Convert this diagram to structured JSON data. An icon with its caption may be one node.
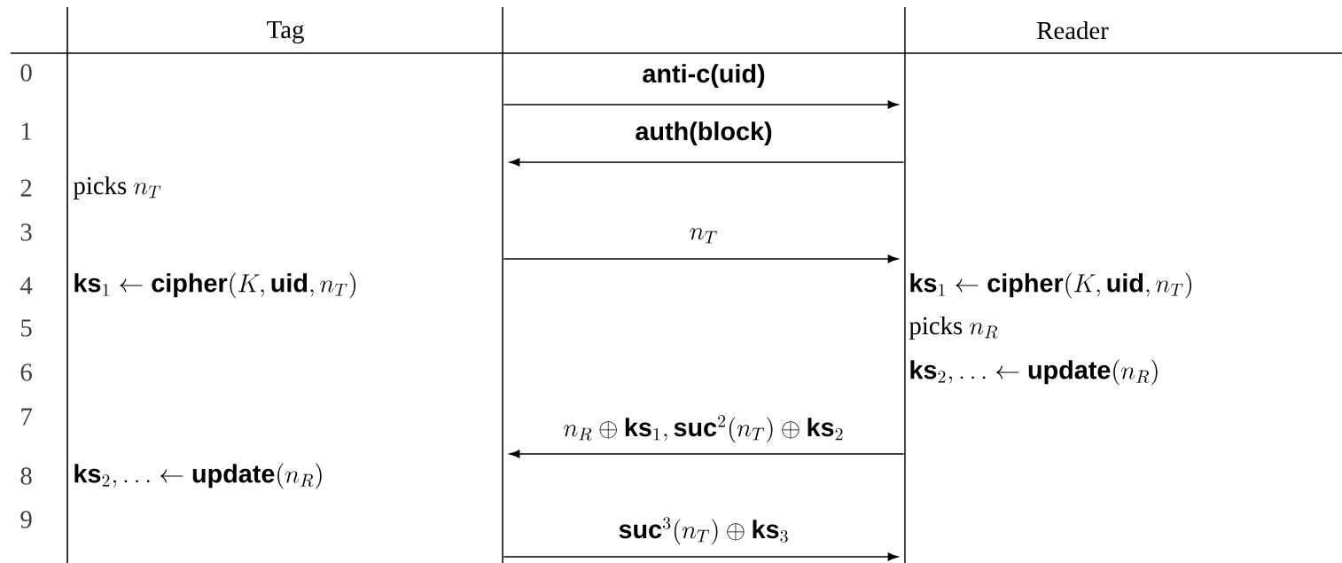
{
  "diagram": {
    "nodes": [
      {
        "text": [
          "Tag"
        ]
      },
      {
        "text": [
          "Reader"
        ]
      }
    ],
    "edges": [
      {
        "from": 0,
        "to": 1,
        "arrow": "to",
        "label": "anti-c(uid)"
      },
      {
        "from": 1,
        "to": 0,
        "arrow": "to",
        "label": "auth(block)"
      },
      {
        "from": 0,
        "to": 1,
        "arrow": "to",
        "label": "n_T"
      },
      {
        "from": 1,
        "to": 0,
        "arrow": "to",
        "label": "n_R\\oplus\\textsf{\\textbf{ks}}_1,\\textsf{\\textbf{suc}}^2(n_T)\\oplus\\textsf{\\textbf{ks}}_2"
      },
      {
        "from": 0,
        "to": 1,
        "arrow": "to",
        "label": "\\textsf{\\textbf{suc}}^3(n_T)\\oplus\\textsf{\\textbf{ks}}_3"
      }
    ],
    "labels": [
      "0",
      "1",
      "2",
      "\\mbox{picks }n_T",
      "3",
      "4",
      "\\textsf{\\textbf{ks}}_1\\leftarrow\\textsf{\\textbf{cipher}}(K,\\textsf{\\textbf{uid}},n_T)",
      "\\textsf{\\textbf{ks}}_1\\leftarrow\\textsf{\\textbf{cipher}}(K,\\textsf{\\textbf{uid}},n_T)",
      "5",
      "\\mbox{picks }n_R",
      "6",
      "\\textsf{\\textbf{ks}}_2,\\ldots\\leftarrow\\textsf{\\textbf{update}}(n_R)",
      "7",
      "8",
      "\\textsf{\\textbf{ks}}_2,\\ldots\\leftarrow\\textsf{\\textbf{update}}(n_R)",
      "9"
    ]
  }
}
